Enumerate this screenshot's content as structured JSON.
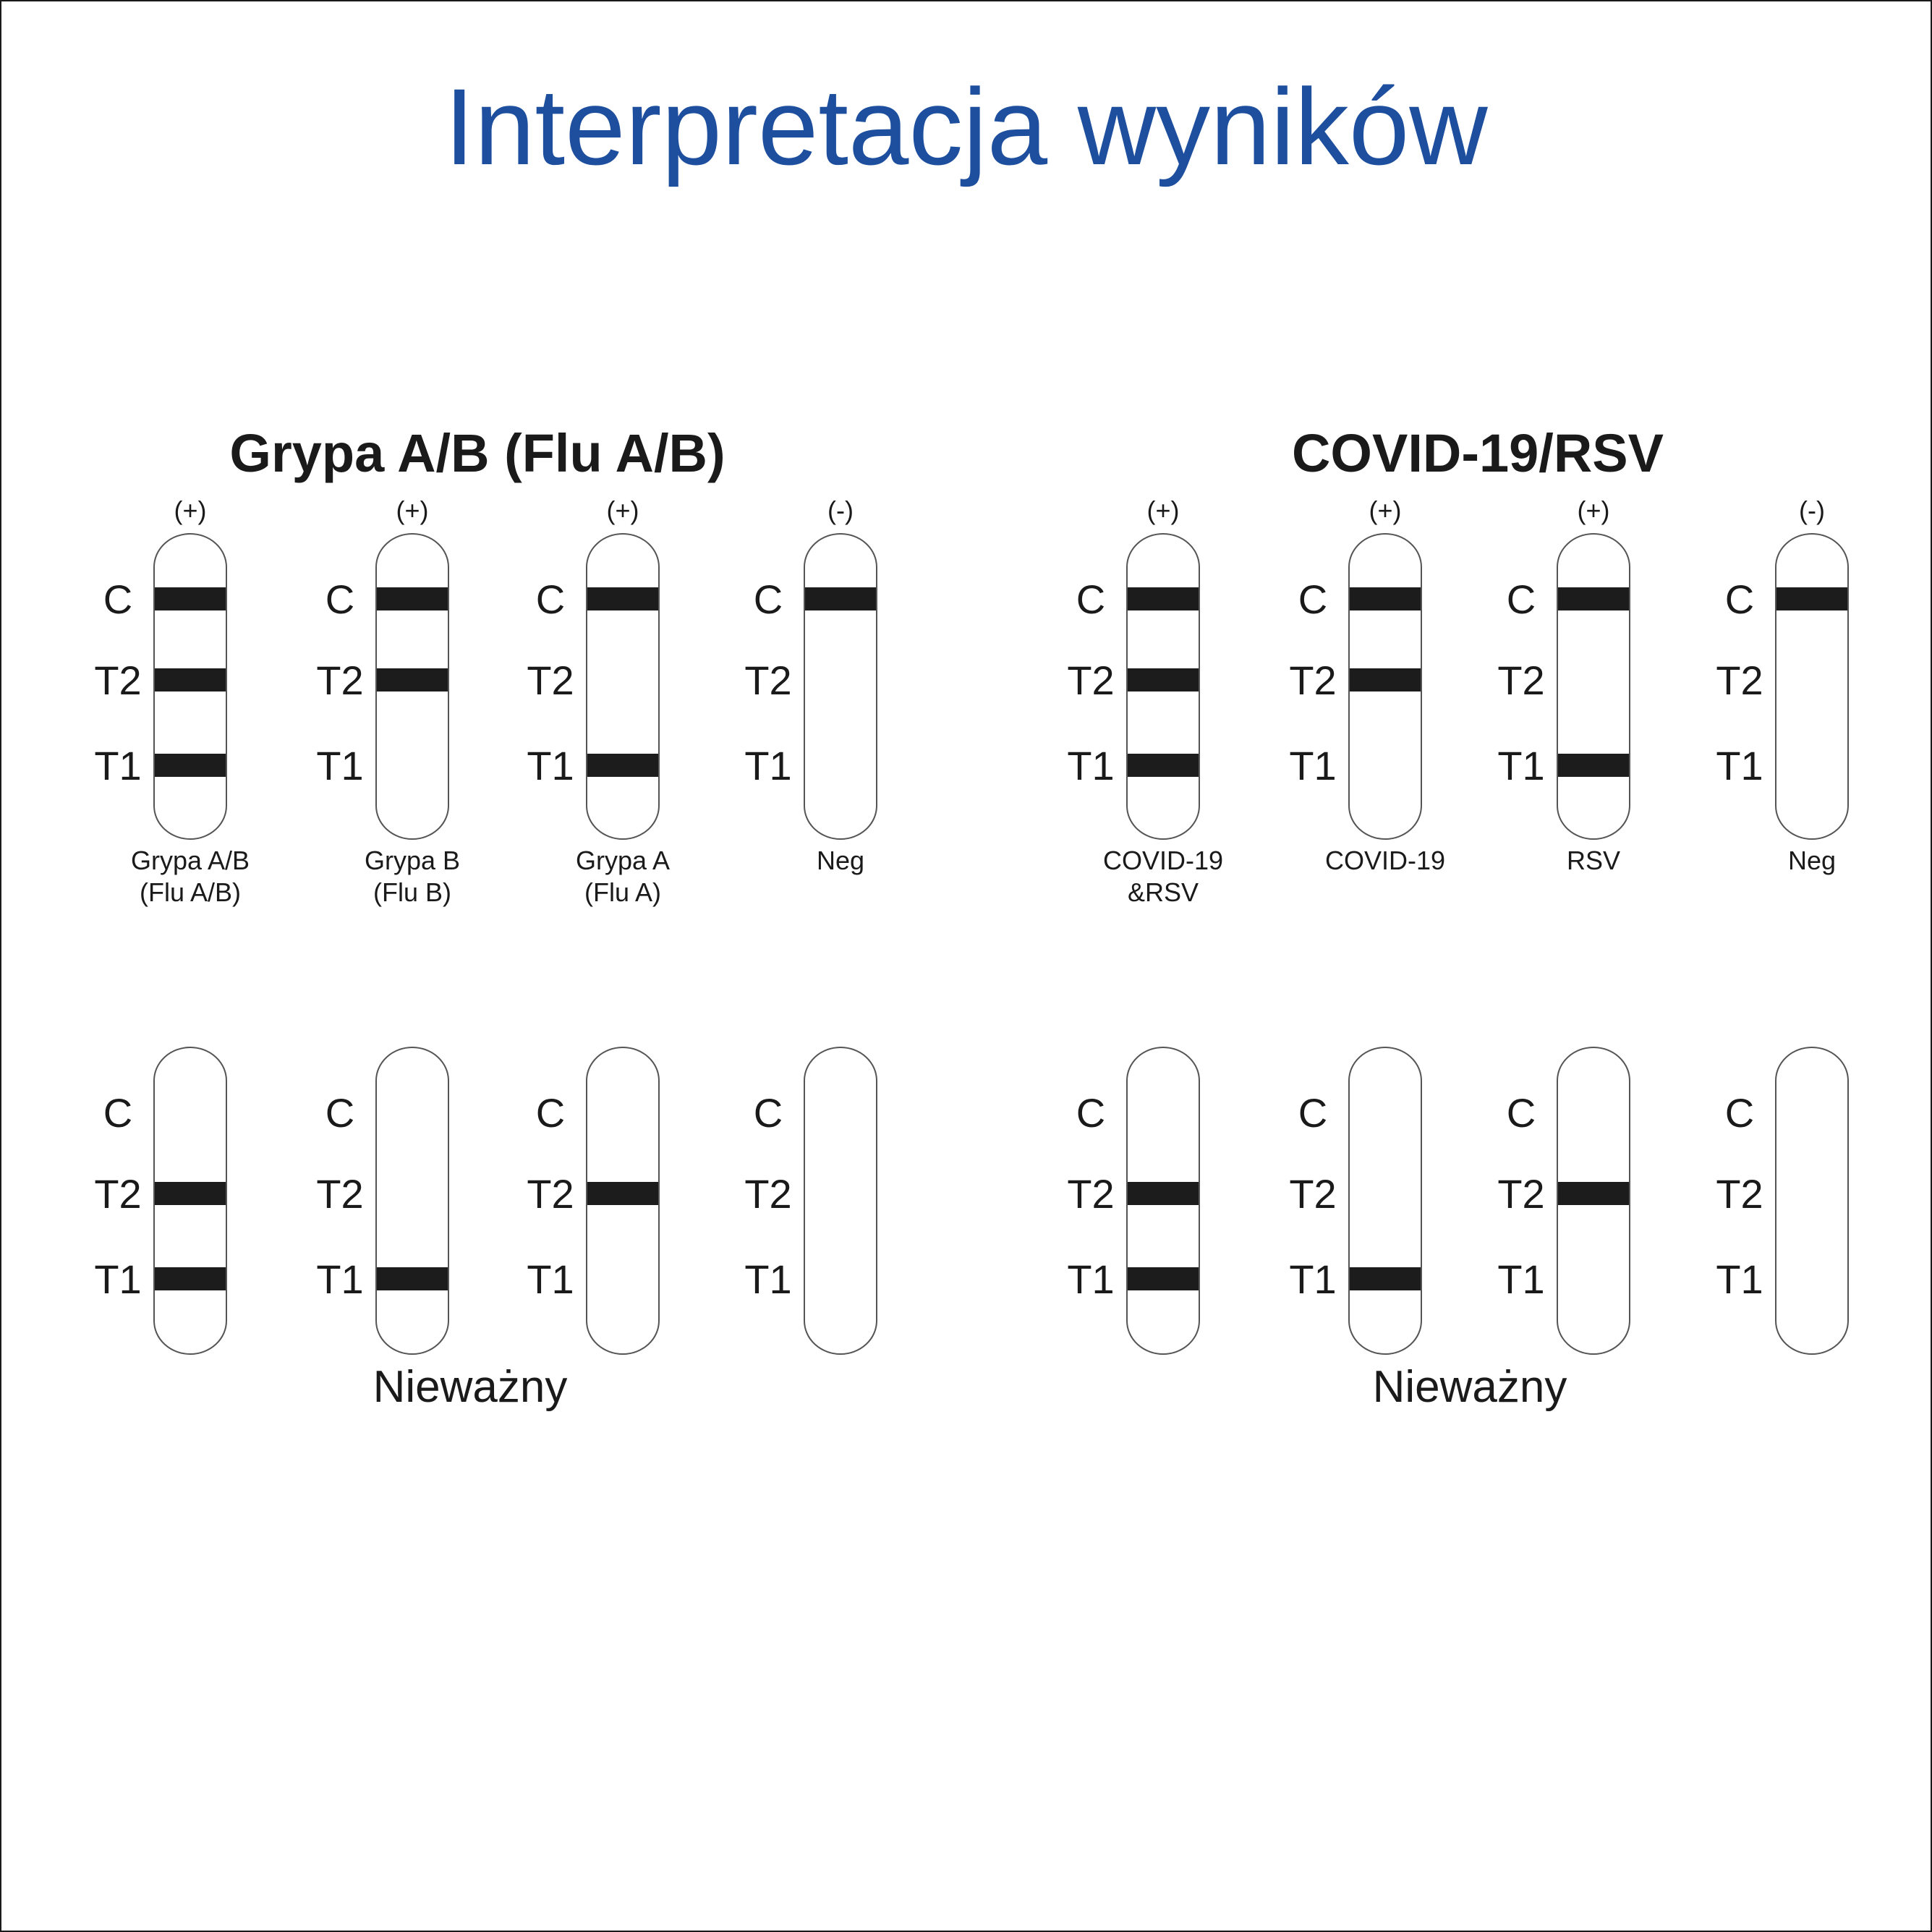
{
  "title": "Interpretacja wyników",
  "colors": {
    "title": "#1d4f9e",
    "band": "#1c1c1c",
    "outline": "#555555"
  },
  "line_labels": [
    "C",
    "T2",
    "T1"
  ],
  "invalid_label": "Nieważny",
  "sections": [
    {
      "heading": "Grypa A/B (Flu A/B)",
      "valid": [
        {
          "sign": "(+)",
          "result": [
            "Grypa A/B",
            "(Flu A/B)"
          ],
          "lines": {
            "C": true,
            "T2": true,
            "T1": true
          }
        },
        {
          "sign": "(+)",
          "result": [
            "Grypa B",
            "(Flu B)"
          ],
          "lines": {
            "C": true,
            "T2": true,
            "T1": false
          }
        },
        {
          "sign": "(+)",
          "result": [
            "Grypa A",
            "(Flu A)"
          ],
          "lines": {
            "C": true,
            "T2": false,
            "T1": true
          }
        },
        {
          "sign": "(-)",
          "result": [
            "Neg"
          ],
          "lines": {
            "C": true,
            "T2": false,
            "T1": false
          }
        }
      ],
      "invalid": [
        {
          "lines": {
            "C": false,
            "T2": true,
            "T1": true
          }
        },
        {
          "lines": {
            "C": false,
            "T2": false,
            "T1": true
          }
        },
        {
          "lines": {
            "C": false,
            "T2": true,
            "T1": false
          }
        },
        {
          "lines": {
            "C": false,
            "T2": false,
            "T1": false
          }
        }
      ]
    },
    {
      "heading": "COVID-19/RSV",
      "valid": [
        {
          "sign": "(+)",
          "result": [
            "COVID-19",
            "&RSV"
          ],
          "lines": {
            "C": true,
            "T2": true,
            "T1": true
          }
        },
        {
          "sign": "(+)",
          "result": [
            "COVID-19"
          ],
          "lines": {
            "C": true,
            "T2": true,
            "T1": false
          }
        },
        {
          "sign": "(+)",
          "result": [
            "RSV"
          ],
          "lines": {
            "C": true,
            "T2": false,
            "T1": true
          }
        },
        {
          "sign": "(-)",
          "result": [
            "Neg"
          ],
          "lines": {
            "C": true,
            "T2": false,
            "T1": false
          }
        }
      ],
      "invalid": [
        {
          "lines": {
            "C": false,
            "T2": true,
            "T1": true
          }
        },
        {
          "lines": {
            "C": false,
            "T2": false,
            "T1": true
          }
        },
        {
          "lines": {
            "C": false,
            "T2": true,
            "T1": false
          }
        },
        {
          "lines": {
            "C": false,
            "T2": false,
            "T1": false
          }
        }
      ]
    }
  ]
}
